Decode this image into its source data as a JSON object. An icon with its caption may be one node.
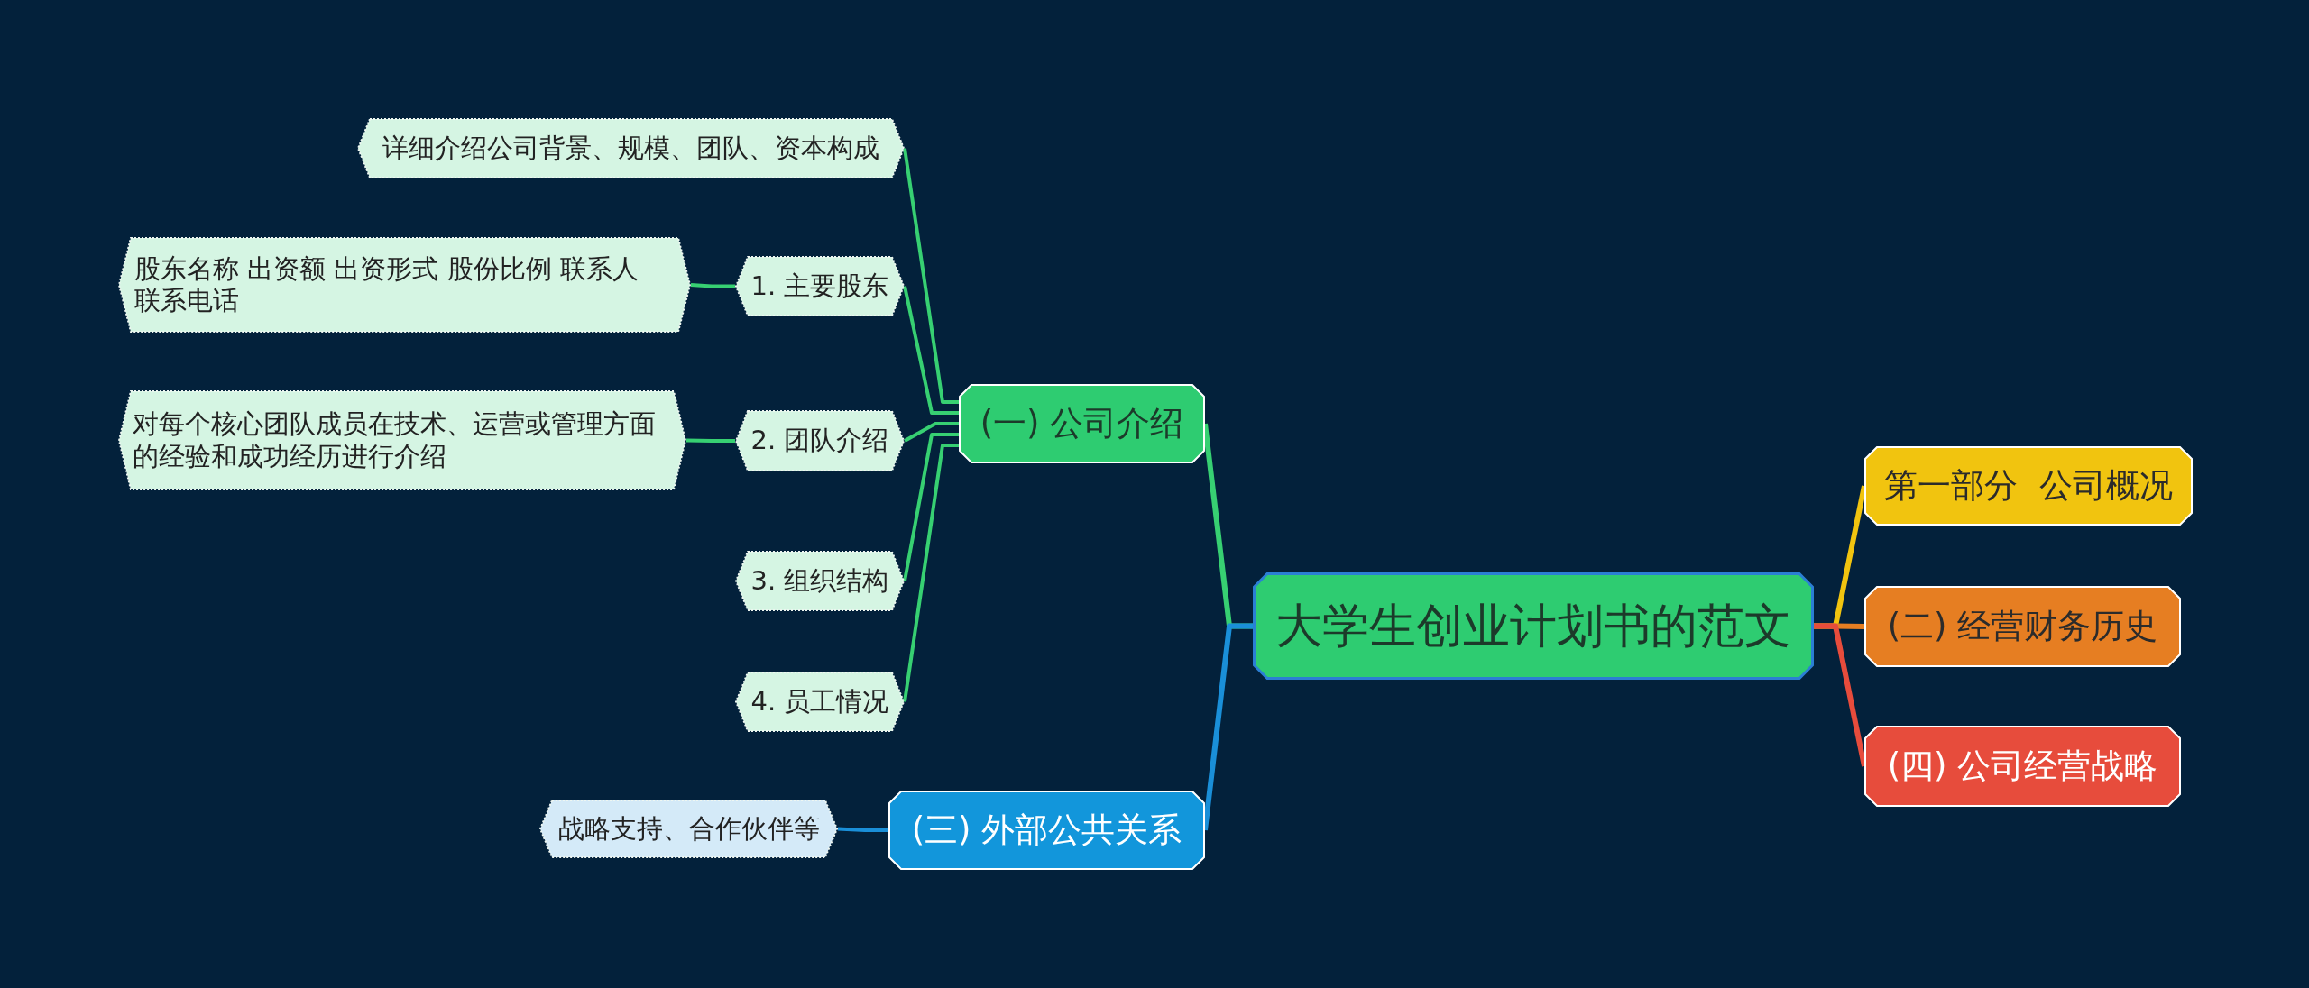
{
  "diagram": {
    "nodes": [
      {
        "text": [
          "大学生创业计划书的范文"
        ]
      },
      {
        "text": [
          "第一部分  公司概况"
        ]
      },
      {
        "text": [
          "(二) 经营财务历史"
        ]
      },
      {
        "text": [
          "(四) 公司经营战略"
        ]
      },
      {
        "text": [
          "(一) 公司介绍"
        ]
      },
      {
        "text": [
          "详细介绍公司背景、规模、团队、资本构成"
        ]
      },
      {
        "text": [
          "1. 主要股东"
        ]
      },
      {
        "text": [
          "股东名称 出资额 出资形式 股份比例 联系人联系电话"
        ]
      },
      {
        "text": [
          "2. 团队介绍"
        ]
      },
      {
        "text": [
          "对每个核心团队成员在技术、运营或管理方面的经验和成功经历进行介绍"
        ]
      },
      {
        "text": [
          "3. 组织结构"
        ]
      },
      {
        "text": [
          "4. 员工情况"
        ]
      },
      {
        "text": [
          "(三) 外部公共关系"
        ]
      },
      {
        "text": [
          "战略支持、合作伙伴等"
        ]
      }
    ],
    "edges": [
      {
        "from": 0,
        "to": 1,
        "arrow": "none",
        "color": "#f1c40f"
      },
      {
        "from": 0,
        "to": 2,
        "arrow": "none",
        "color": "#e67e22"
      },
      {
        "from": 0,
        "to": 3,
        "arrow": "none",
        "color": "#e74c3c"
      },
      {
        "from": 0,
        "to": 4,
        "arrow": "none"
      },
      {
        "from": 0,
        "to": 12,
        "arrow": "none",
        "color": "#1a8fd8"
      },
      {
        "from": 4,
        "to": 5,
        "arrow": "none"
      },
      {
        "from": 4,
        "to": 6,
        "arrow": "none"
      },
      {
        "from": 6,
        "to": 7,
        "arrow": "none"
      },
      {
        "from": 4,
        "to": 8,
        "arrow": "none"
      },
      {
        "from": 8,
        "to": 9,
        "arrow": "none"
      },
      {
        "from": 4,
        "to": 10,
        "arrow": "none"
      },
      {
        "from": 4,
        "to": 11,
        "arrow": "none"
      },
      {
        "from": 12,
        "to": 13,
        "arrow": "none",
        "color": "#1a8fd8"
      }
    ]
  }
}
